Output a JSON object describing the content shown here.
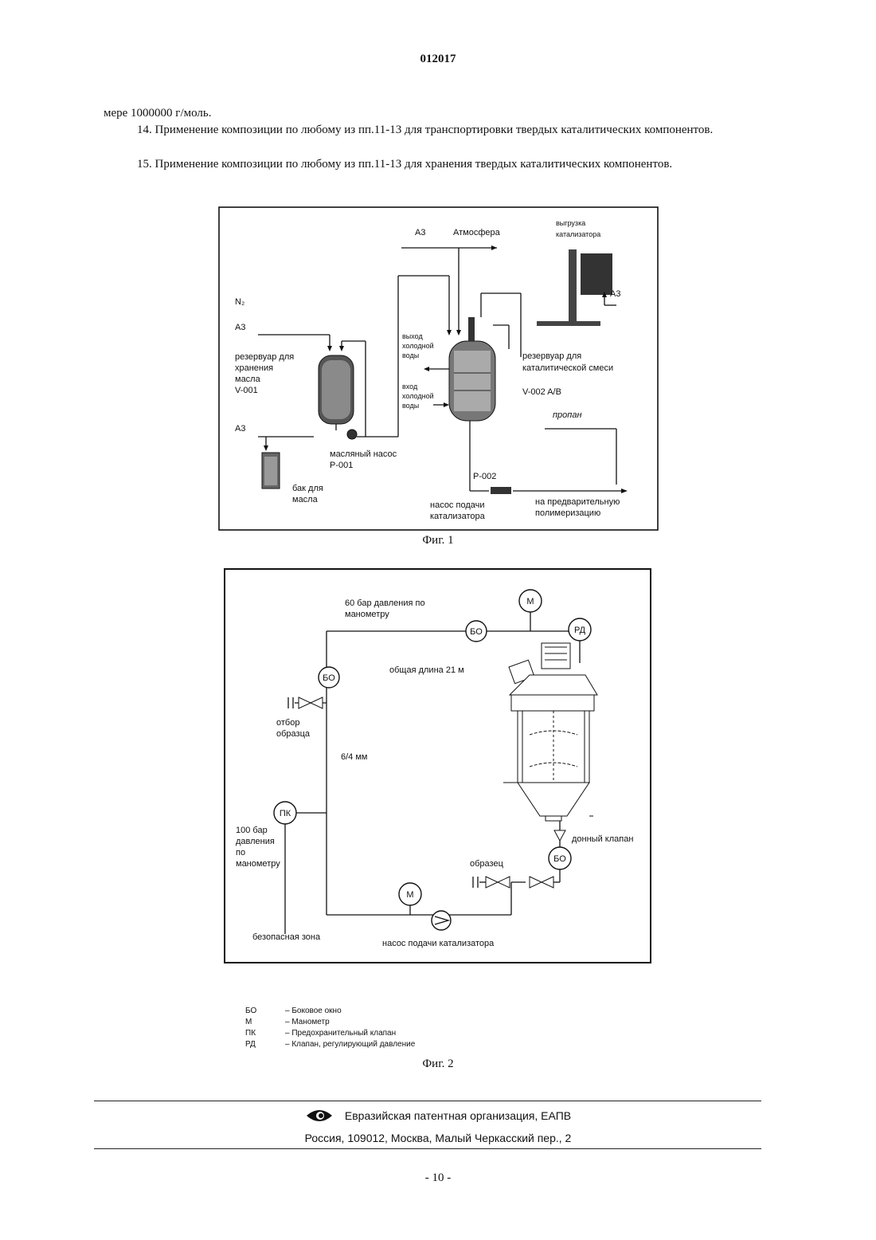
{
  "header": {
    "doc_number": "012017"
  },
  "text": {
    "line1": "мере 1000000 г/моль.",
    "claim14": "14. Применение композиции по любому из пп.11-13 для транспортировки твердых каталитических компонентов.",
    "claim15": "15. Применение композиции по любому из пп.11-13 для хранения твердых каталитических компонентов."
  },
  "fig1": {
    "caption": "Фиг. 1",
    "labels": {
      "a3_top": "A3",
      "atmosphere": "Атмосфера",
      "unload_1": "выгрузка",
      "unload_2": "катализатора",
      "a3_right": "A3",
      "n2": "N₂",
      "a3_left1": "A3",
      "oil_tank_1": "резервуар для",
      "oil_tank_2": "хранения",
      "oil_tank_3": "масла",
      "oil_tank_4": "V-001",
      "cold_out_1": "выход",
      "cold_out_2": "холодной",
      "cold_out_3": "воды",
      "cold_in_1": "вход",
      "cold_in_2": "холодной",
      "cold_in_3": "воды",
      "mix_tank_1": "резервуар для",
      "mix_tank_2": "каталитической смеси",
      "mix_tank_3": "V-002 A/B",
      "propane": "пропан",
      "a3_left2": "A3",
      "oil_pump_1": "масляный насос",
      "oil_pump_2": "P-001",
      "oil_drum_1": "бак для",
      "oil_drum_2": "масла",
      "p002": "P-002",
      "cat_pump_1": "насос подачи",
      "cat_pump_2": "катализатора",
      "prepoly_1": "на предварительную",
      "prepoly_2": "полимеризацию"
    }
  },
  "fig2": {
    "caption": "Фиг. 2",
    "labels": {
      "pressure60_1": "60 бар давления по",
      "pressure60_2": "манометру",
      "total_length": "общая длина 21 м",
      "sample_take_1": "отбор",
      "sample_take_2": "образца",
      "pipe_size": "6/4 мм",
      "pressure100_1": "100 бар",
      "pressure100_2": "давления",
      "pressure100_3": "по",
      "pressure100_4": "манометру",
      "bottom_valve": "донный клапан",
      "sample": "образец",
      "safe_zone": "безопасная зона",
      "cat_pump": "насос подачи катализатора",
      "m_symbol": "М",
      "bo_symbol": "БО",
      "rd_symbol": "РД",
      "pk_symbol": "ПК"
    },
    "legend": [
      {
        "abbr": "БО",
        "desc": "– Боковое окно"
      },
      {
        "abbr": "М",
        "desc": "– Манометр"
      },
      {
        "abbr": "ПК",
        "desc": "– Предохранительный клапан"
      },
      {
        "abbr": "РД",
        "desc": "– Клапан, регулирующий давление"
      }
    ]
  },
  "footer": {
    "org": "Евразийская патентная организация, ЕАПВ",
    "address": "Россия, 109012, Москва, Малый Черкасский пер., 2",
    "page_number": "- 10 -"
  }
}
